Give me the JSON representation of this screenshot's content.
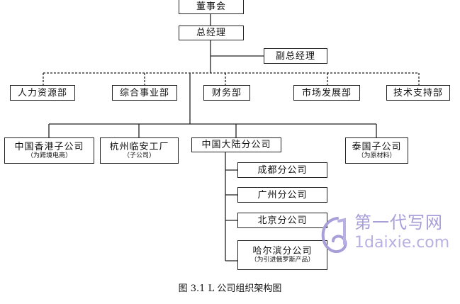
{
  "org_chart": {
    "board": "董事会",
    "general_manager": "总经理",
    "deputy_general_manager": "副总经理",
    "departments": [
      "人力资源部",
      "综合事业部",
      "财务部",
      "市场发展部",
      "技术支持部"
    ],
    "subsidiaries": {
      "hongkong": {
        "name": "中国香港子公司",
        "note": "（为跨境电商）"
      },
      "hangzhou": {
        "name": "杭州临安工厂",
        "note": "（子公司）"
      },
      "mainland": {
        "name": "中国大陆分公司"
      },
      "thailand": {
        "name": "泰国子公司",
        "note": "（为原材料）"
      }
    },
    "branches": [
      {
        "name": "成都分公司"
      },
      {
        "name": "广州分公司"
      },
      {
        "name": "北京分公司"
      },
      {
        "name": "哈尔滨分公司",
        "note": "（为引进俄罗斯产品）"
      }
    ]
  },
  "caption": "图 3.1 L 公司组织架构图",
  "watermark": {
    "name": "第一代写网",
    "url": "1daixie.com"
  },
  "colors": {
    "line": "#222222",
    "watermark": "#a89ed8"
  }
}
